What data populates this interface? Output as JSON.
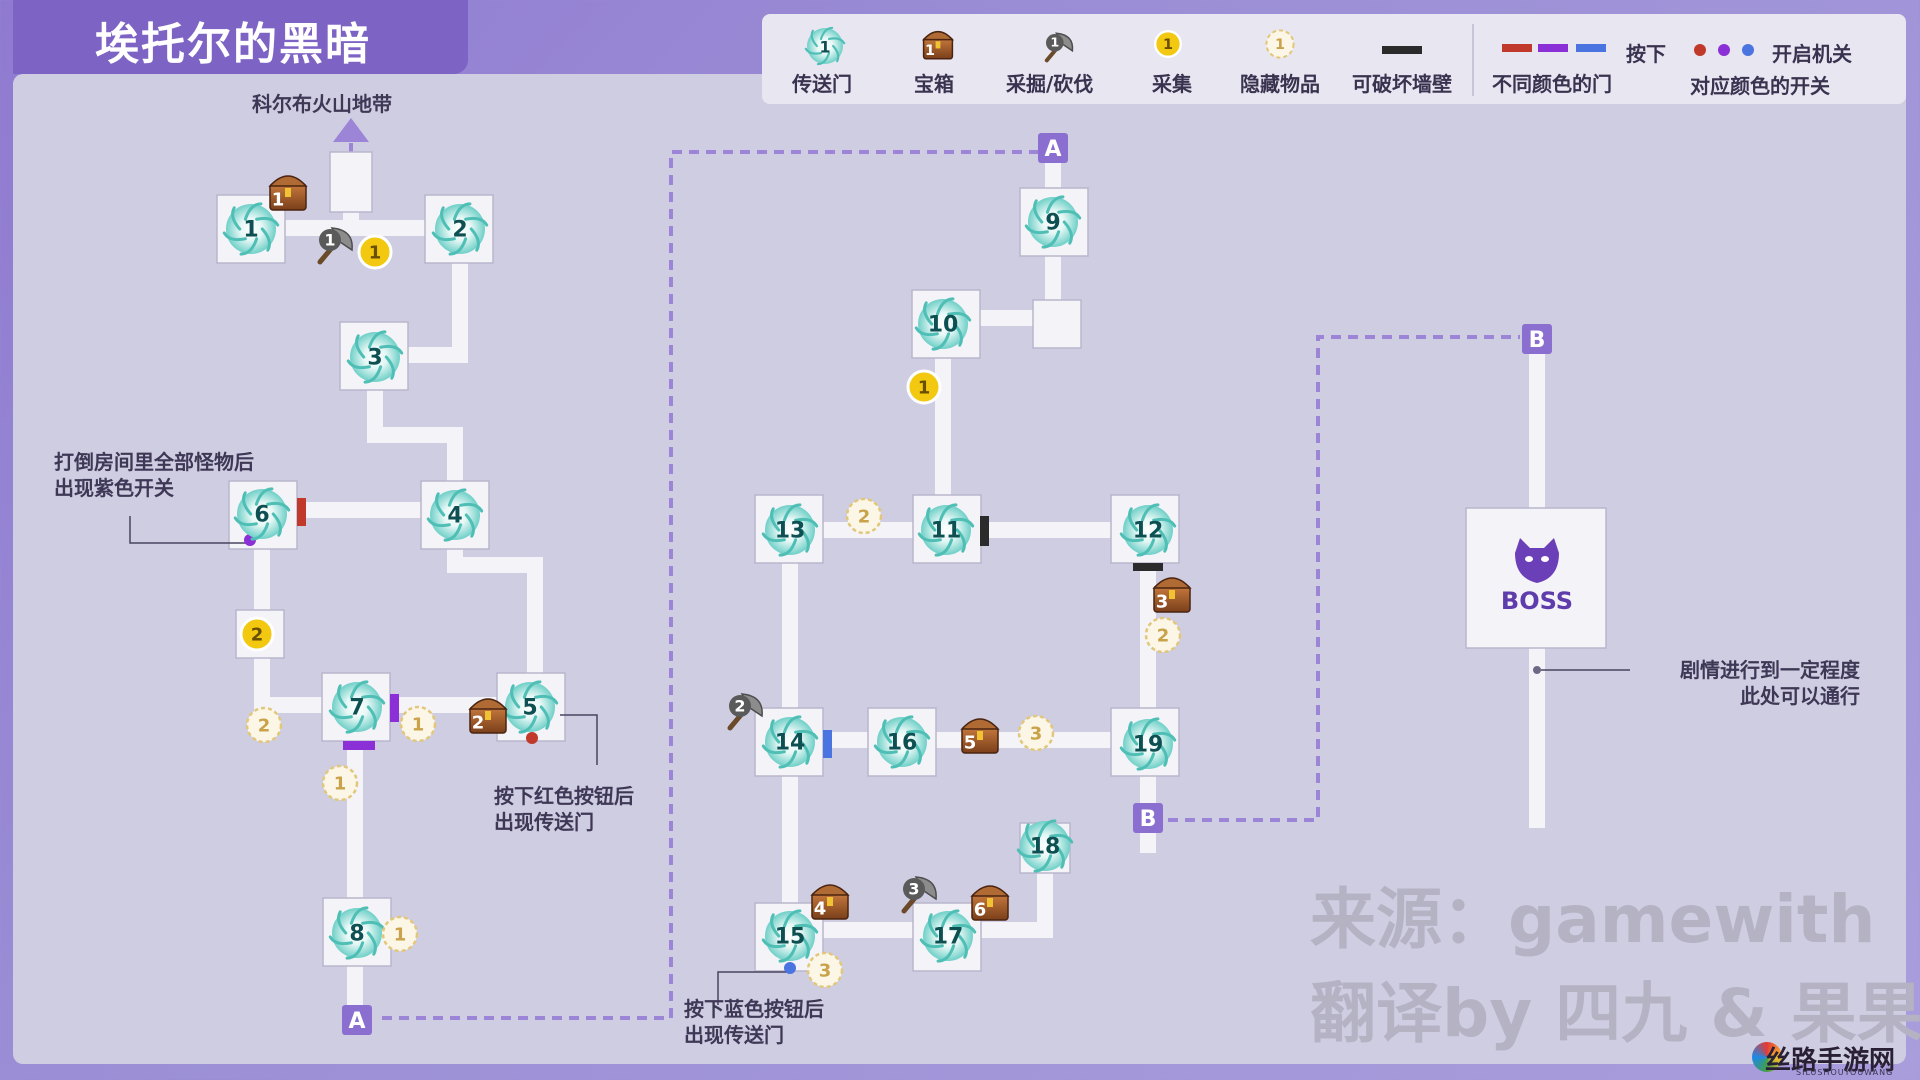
{
  "title": "埃托尔的黑暗",
  "legend": {
    "portal": "传送门",
    "chest": "宝箱",
    "dig": "采掘/砍伐",
    "gather": "采集",
    "hidden": "隐藏物品",
    "wall": "可破坏墙壁",
    "doors": "不同颜色的门",
    "press": "按下",
    "switch_open": "开启机关",
    "switches": "对应颜色的开关",
    "icon_number": "1"
  },
  "colors": {
    "red": "#c0392b",
    "purple": "#8b2fd6",
    "blue": "#4a74e0",
    "accent": "#7d63c4",
    "wall": "#2b2b2b"
  },
  "annotations": {
    "exit": "科尔布火山地带",
    "purple_switch_l1": "打倒房间里全部怪物后",
    "purple_switch_l2": "出现紫色开关",
    "red_button_l1": "按下红色按钮后",
    "red_button_l2": "出现传送门",
    "blue_button_l1": "按下蓝色按钮后",
    "blue_button_l2": "出现传送门",
    "boss_pass_l1": "剧情进行到一定程度",
    "boss_pass_l2": "此处可以通行"
  },
  "boss_label": "BOSS",
  "watermark": {
    "source": "来源：gamewith",
    "translate": "翻译by 四九 & 果果"
  },
  "logo": {
    "name": "丝路手游网",
    "sub": "SILUSHOUYOUWANG"
  },
  "markers": {
    "A": "A",
    "B": "B"
  },
  "portals": [
    "1",
    "2",
    "3",
    "4",
    "5",
    "6",
    "7",
    "8",
    "9",
    "10",
    "11",
    "12",
    "13",
    "14",
    "15",
    "16",
    "17",
    "18",
    "19"
  ],
  "chests": [
    "1",
    "2",
    "3",
    "4",
    "5",
    "6"
  ],
  "digs": [
    "1",
    "2",
    "3"
  ],
  "gathers": [
    "1",
    "2",
    "1"
  ],
  "hidden": [
    "1",
    "1",
    "1",
    "2",
    "2",
    "3",
    "3"
  ]
}
